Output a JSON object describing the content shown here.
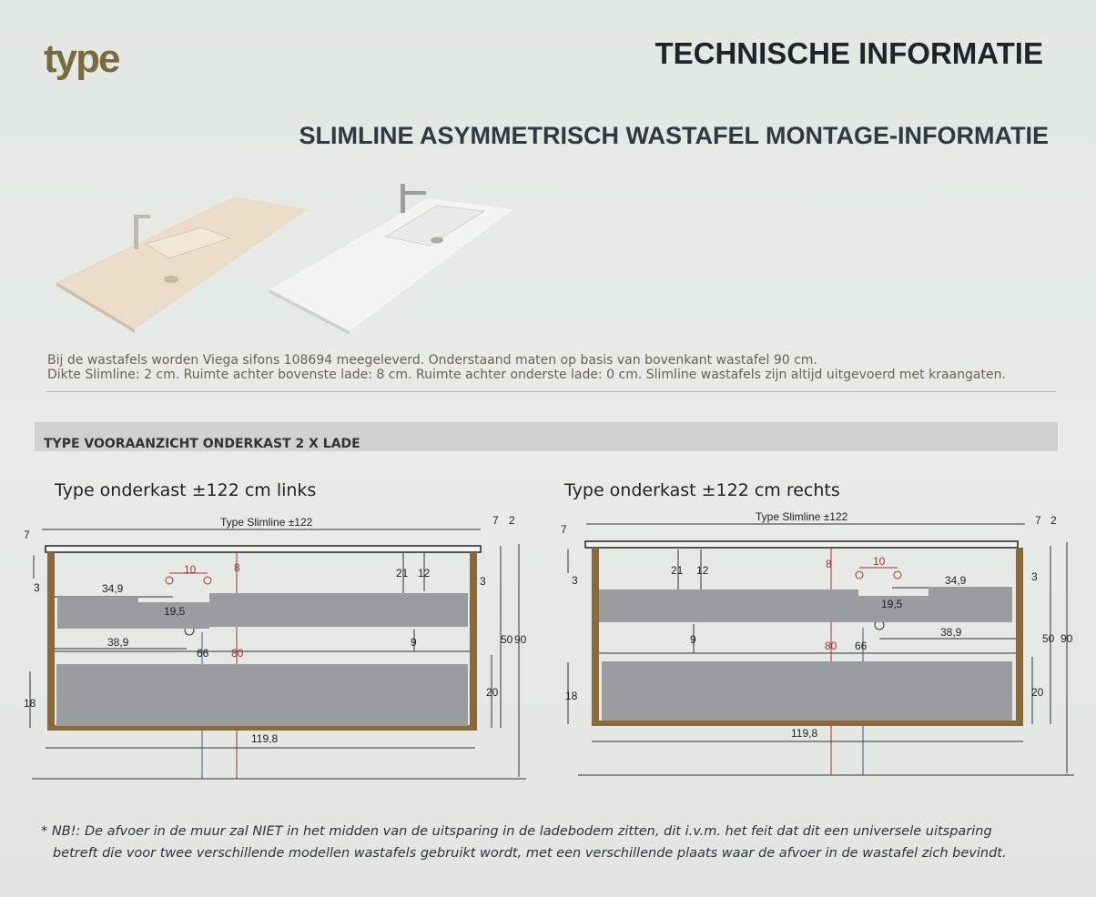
{
  "header": {
    "logo": "type",
    "title": "TECHNISCHE INFORMATIE",
    "subtitle": "SLIMLINE ASYMMETRISCH WASTAFEL MONTAGE-INFORMATIE"
  },
  "intro": {
    "line1": "Bij de wastafels worden Viega sifons 108694 meegeleverd. Onderstaand maten op basis van bovenkant wastafel 90 cm.",
    "line2": "Dikte Slimline: 2 cm. Ruimte achter bovenste lade: 8 cm. Ruimte achter onderste lade: 0 cm. Slimline wastafels zijn altijd uitgevoerd met kraangaten."
  },
  "section": {
    "label": "TYPE VOORAANZICHT ONDERKAST 2 X LADE"
  },
  "diagrams": {
    "left": {
      "heading": "Type onderkast ±122 cm links",
      "slimline": "Type Slimline ±122",
      "d7a": "7",
      "d3a": "3",
      "d349": "34,9",
      "d10": "10",
      "d8": "8",
      "d21": "21",
      "d12": "12",
      "d3b": "3",
      "d195": "19,5",
      "d389": "38,9",
      "d66": "66",
      "d80": "80",
      "d9": "9",
      "d50": "50",
      "d90": "90",
      "d18": "18",
      "d20": "20",
      "d1198": "119,8",
      "d7b": "7",
      "d2": "2"
    },
    "right": {
      "heading": "Type onderkast ±122 cm rechts",
      "slimline": "Type Slimline ±122",
      "d7a": "7",
      "d3a": "3",
      "d349": "34,9",
      "d10": "10",
      "d8": "8",
      "d21": "21",
      "d12": "12",
      "d3b": "3",
      "d195": "19,5",
      "d389": "38,9",
      "d66": "66",
      "d80": "80",
      "d9": "9",
      "d50": "50",
      "d90": "90",
      "d18": "18",
      "d20": "20",
      "d1198": "119,8",
      "d7b": "7",
      "d2": "2"
    }
  },
  "footnote": {
    "line1": "* NB!: De afvoer in de muur zal NIET in het midden van de uitsparing in de ladebodem zitten, dit i.v.m. het feit dat dit een universele uitsparing",
    "line2": "betreft die voor twee verschillende modellen wastafels gebruikt wordt, met een verschillende plaats waar de afvoer in de wastafel zich bevindt."
  },
  "colors": {
    "logo": "#7a6a3c",
    "wood": "#8a6a3a",
    "drawer": "#9a9ca0",
    "red_dim": "#a0342c"
  }
}
